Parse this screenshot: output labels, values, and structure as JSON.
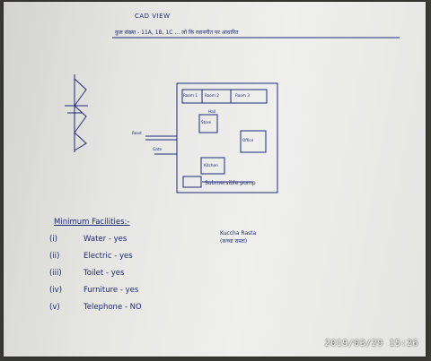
{
  "sheet": {
    "title": "CAD VIEW",
    "subtitle": "कुल संख्या - 11A, 1B, 1C ... जो कि रवानगीत पर आधारित"
  },
  "diagram": {
    "plot_labels": [
      "Room 1",
      "Room 2",
      "Room 3",
      "Store",
      "Office",
      "Hall",
      "Road",
      "Gate",
      "Kitchen",
      "Submersible pump"
    ],
    "pump_label": "Submersible pump"
  },
  "facilities": {
    "title": "Minimum Facilities:-",
    "items": [
      {
        "num": "(i)",
        "text": "Water - yes"
      },
      {
        "num": "(ii)",
        "text": "Electric - yes"
      },
      {
        "num": "(iii)",
        "text": "Toilet - yes"
      },
      {
        "num": "(iv)",
        "text": "Furniture - yes"
      },
      {
        "num": "(v)",
        "text": "Telephone - NO"
      }
    ]
  },
  "note": {
    "line1": "Kuccha Rasta",
    "line2": "(कच्चा रास्ता)"
  },
  "photo": {
    "timestamp": "2019/03/29  15:26"
  }
}
